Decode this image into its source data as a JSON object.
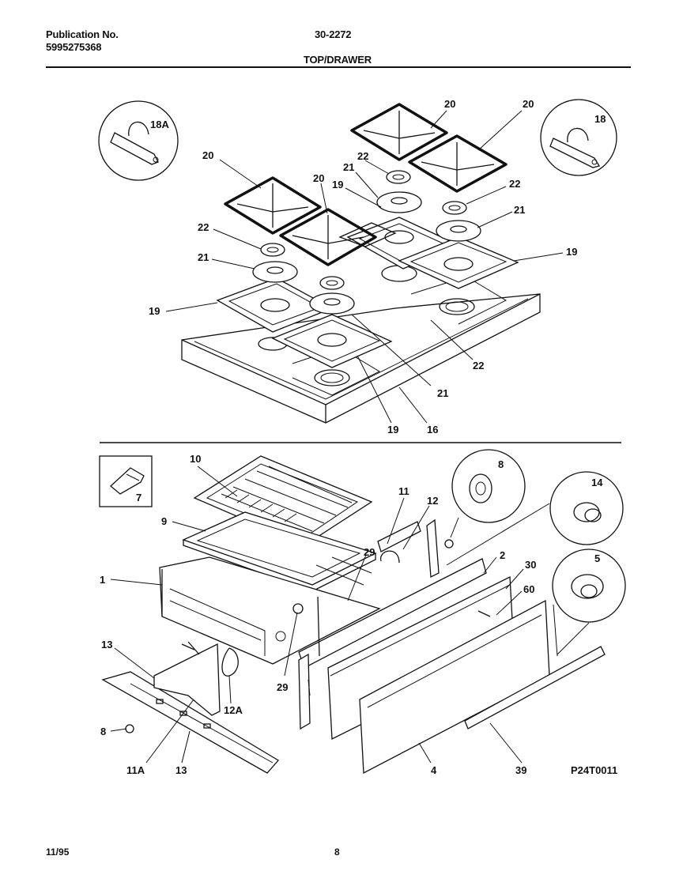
{
  "header": {
    "publication_label": "Publication No.",
    "publication_number": "5995275368",
    "doc_code": "30-2272",
    "section_title": "TOP/DRAWER"
  },
  "callouts": {
    "c18A": "18A",
    "c18": "18",
    "c20a": "20",
    "c20b": "20",
    "c20c": "20",
    "c20d": "20",
    "c22a": "22",
    "c22b": "22",
    "c22c": "22",
    "c22d": "22",
    "c21a": "21",
    "c21b": "21",
    "c21c": "21",
    "c21d": "21",
    "c19a": "19",
    "c19b": "19",
    "c19c": "19",
    "c19d": "19",
    "c16": "16",
    "c10": "10",
    "c9": "9",
    "c7": "7",
    "c1": "1",
    "c8a": "8",
    "c8b": "8",
    "c11": "11",
    "c12": "12",
    "c14": "14",
    "c5": "5",
    "c2": "2",
    "c30": "30",
    "c60": "60",
    "c29a": "29",
    "c29b": "29",
    "c13a": "13",
    "c13b": "13",
    "c12A": "12A",
    "c11A": "11A",
    "c4": "4",
    "c39": "39",
    "drawing_id": "P24T0011"
  },
  "footer": {
    "date": "11/95",
    "page_number": "8"
  }
}
